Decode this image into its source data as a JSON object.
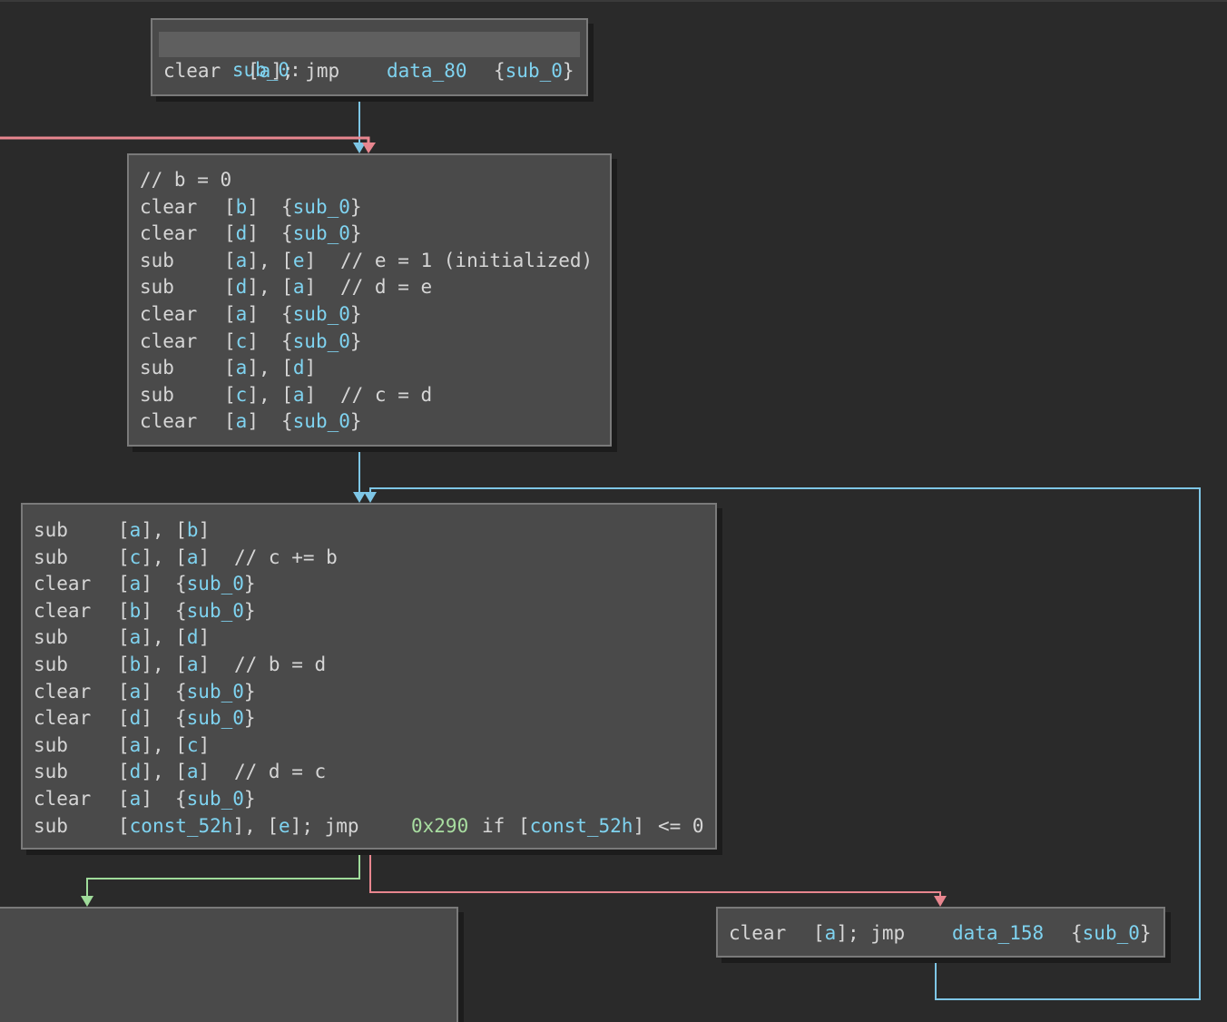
{
  "colors": {
    "background": "#2a2a2a",
    "block_bg": "#4a4a4a",
    "block_border": "#7a7a7a",
    "operand": "#7fd3f0",
    "address": "#a8dda0",
    "edge_unconditional": "#7ec6e6",
    "edge_true": "#e8868f",
    "edge_false": "#9fdb9a"
  },
  "blocks": {
    "b0": {
      "label": "sub_0",
      "label_suffix": ":",
      "line1": {
        "op": "clear",
        "arg": "[a]; jmp",
        "target": "data_80",
        "fn_open": "{",
        "fn": "sub_0",
        "fn_close": "}"
      }
    },
    "b1": {
      "lines": [
        {
          "op": "// b = 0"
        },
        {
          "op": "clear",
          "arg": "[b]",
          "fn": "sub_0"
        },
        {
          "op": "clear",
          "arg": "[d]",
          "fn": "sub_0"
        },
        {
          "op": "sub",
          "arg": "[a], [e]",
          "comment": "// e = 1 (initialized)"
        },
        {
          "op": "sub",
          "arg": "[d], [a]",
          "comment": "// d = e"
        },
        {
          "op": "clear",
          "arg": "[a]",
          "fn": "sub_0"
        },
        {
          "op": "clear",
          "arg": "[c]",
          "fn": "sub_0"
        },
        {
          "op": "sub",
          "arg": "[a], [d]"
        },
        {
          "op": "sub",
          "arg": "[c], [a]",
          "comment": "// c = d"
        },
        {
          "op": "clear",
          "arg": "[a]",
          "fn": "sub_0"
        }
      ]
    },
    "b2": {
      "lines": [
        {
          "op": "sub",
          "arg": "[a], [b]"
        },
        {
          "op": "sub",
          "arg": "[c], [a]",
          "comment": "// c += b"
        },
        {
          "op": "clear",
          "arg": "[a]",
          "fn": "sub_0"
        },
        {
          "op": "clear",
          "arg": "[b]",
          "fn": "sub_0"
        },
        {
          "op": "sub",
          "arg": "[a], [d]"
        },
        {
          "op": "sub",
          "arg": "[b], [a]",
          "comment": "// b = d"
        },
        {
          "op": "clear",
          "arg": "[a]",
          "fn": "sub_0"
        },
        {
          "op": "clear",
          "arg": "[d]",
          "fn": "sub_0"
        },
        {
          "op": "sub",
          "arg": "[a], [c]"
        },
        {
          "op": "sub",
          "arg": "[d], [a]",
          "comment": "// d = c"
        },
        {
          "op": "clear",
          "arg": "[a]",
          "fn": "sub_0"
        }
      ],
      "last": {
        "op": "sub",
        "arg": "[const_52h], [e]; jmp",
        "target": "0x290",
        "cond1": "if",
        "cond_reg": "[const_52h]",
        "cond2": "<= 0"
      }
    },
    "b3": {
      "line": {
        "op": "clear",
        "arg": "[a]; jmp",
        "target": "data_158",
        "fn": "sub_0"
      }
    }
  }
}
